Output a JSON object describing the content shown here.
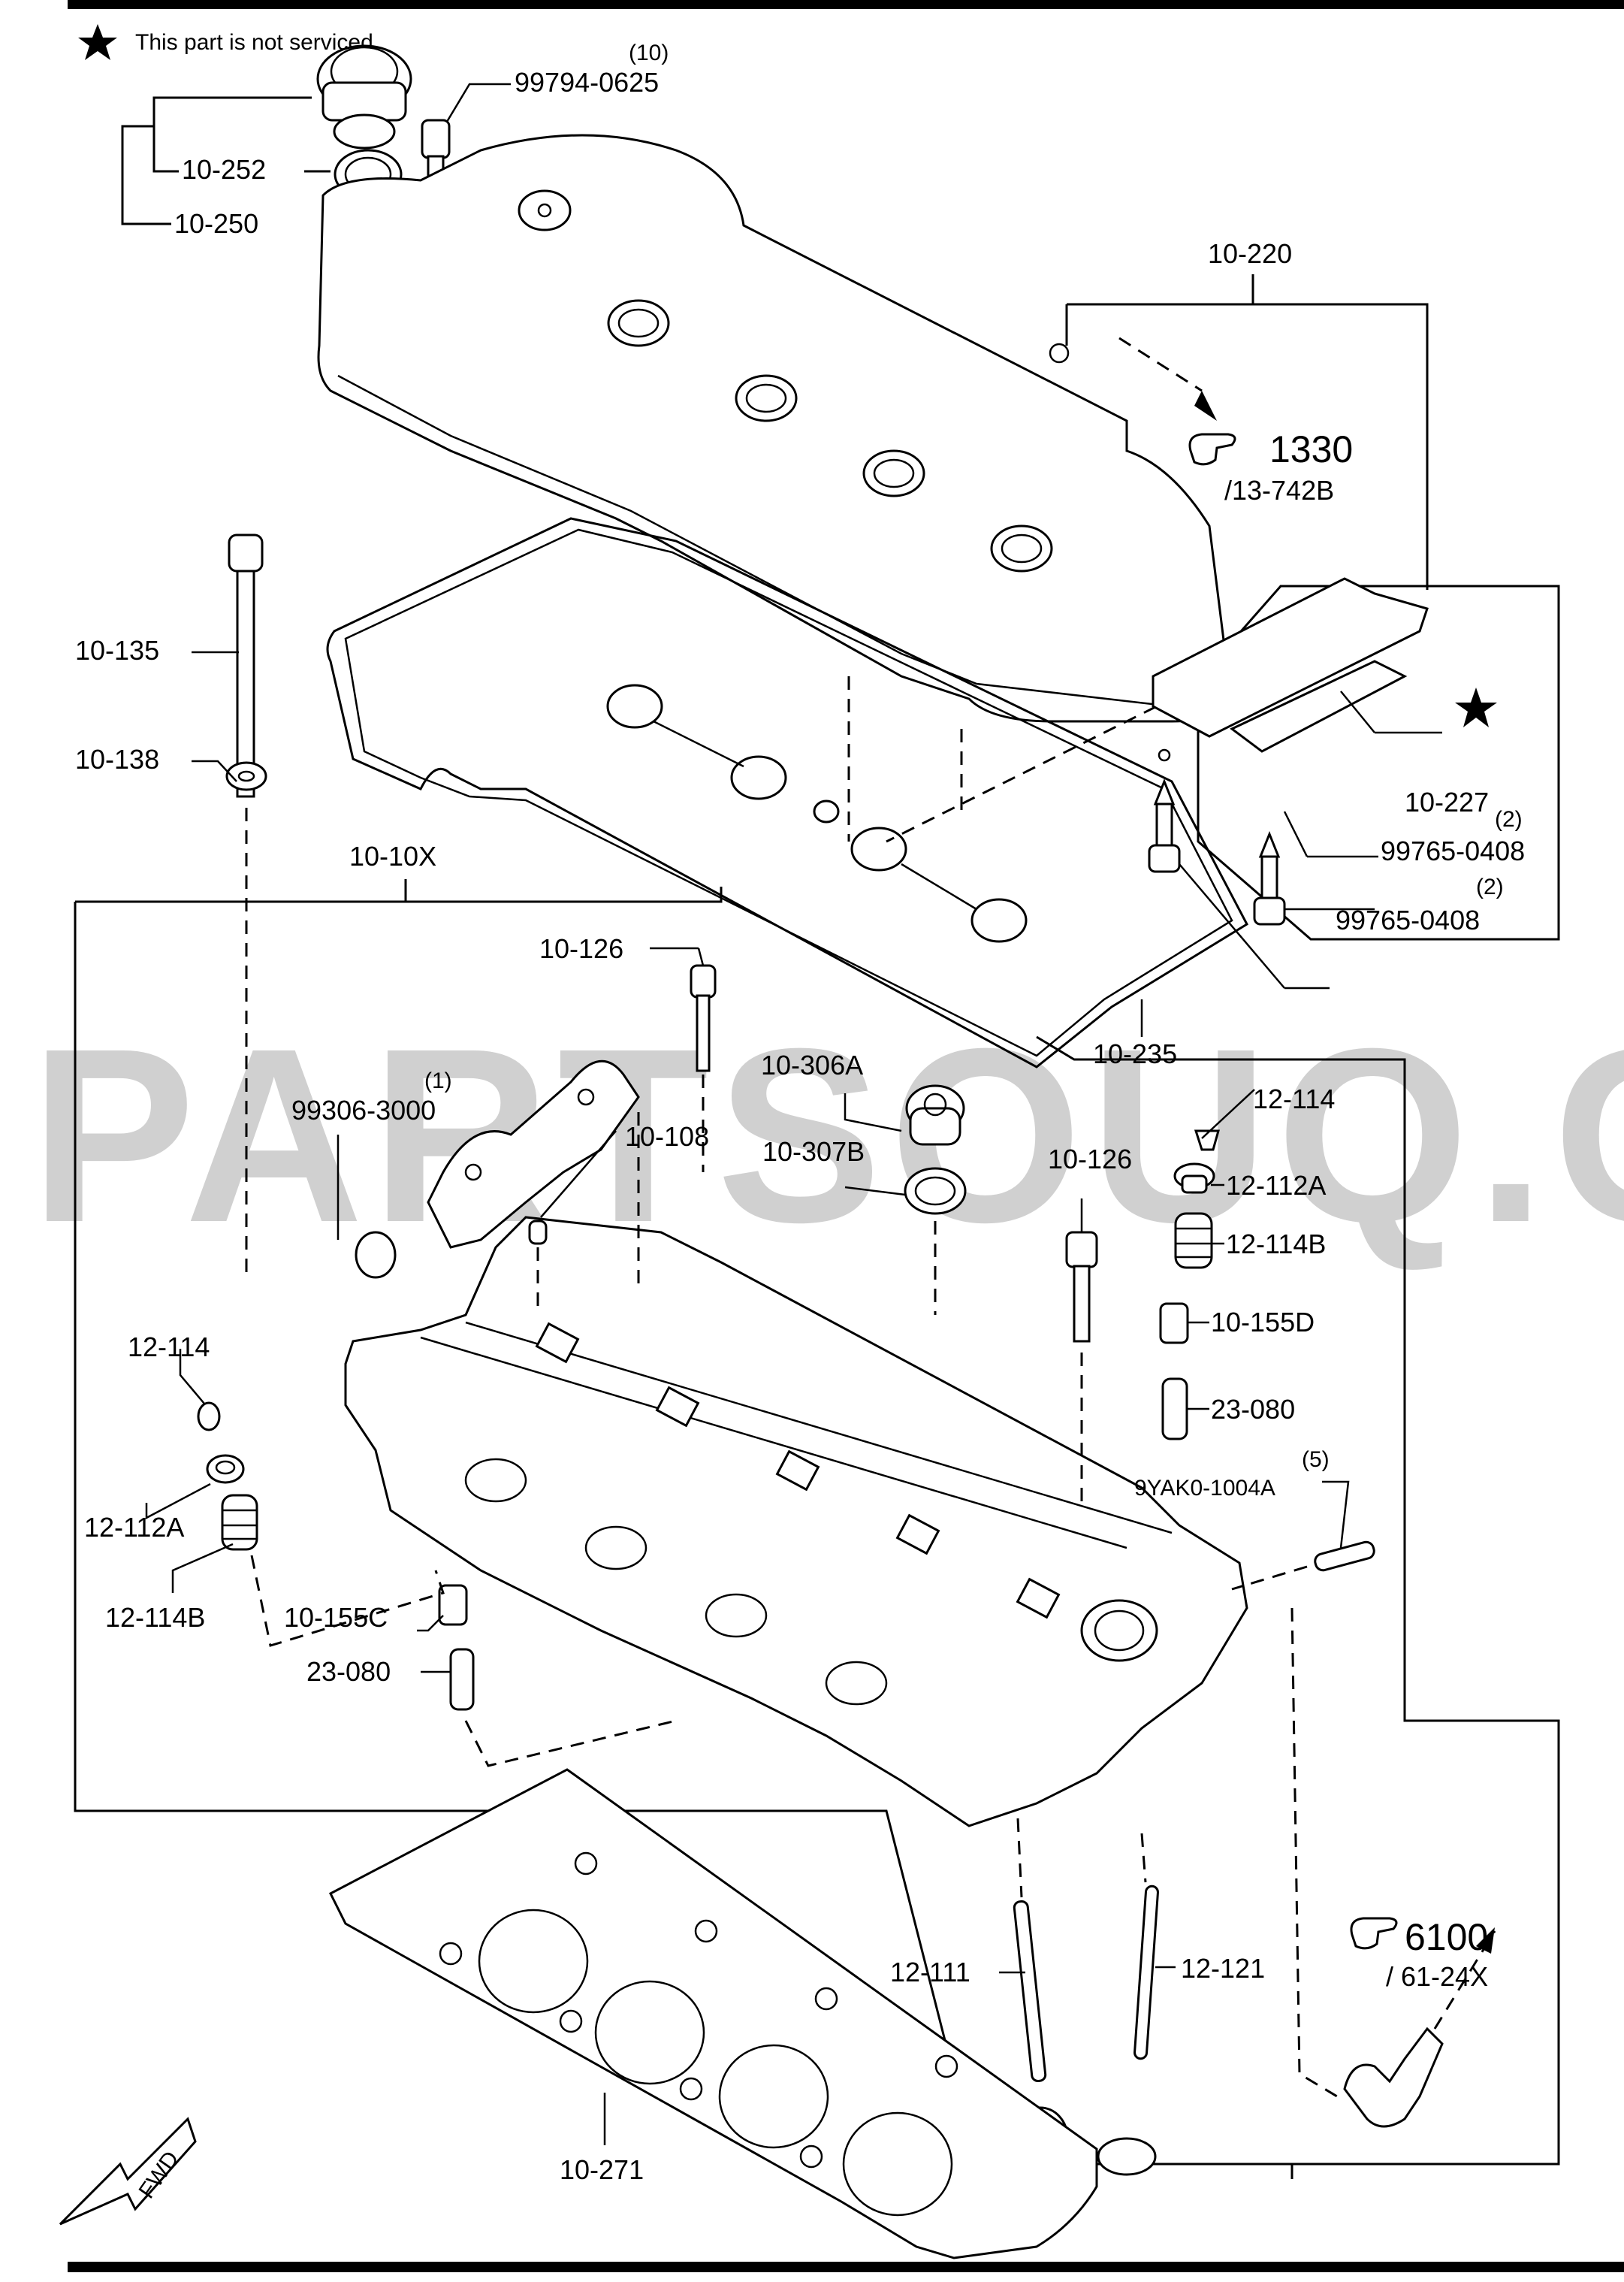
{
  "diagram": {
    "title": "Cylinder head & cylinder head cover exploded view",
    "legend_note": "This part is not serviced.",
    "legend_symbol": "star-icon",
    "watermark": "PARTSOUQ.COM",
    "direction_marker": "FWD",
    "callouts": [
      {
        "id": "10-250",
        "label": "10-250"
      },
      {
        "id": "10-252",
        "label": "10-252"
      },
      {
        "id": "99794-0625",
        "label": "99794-0625",
        "qty": "(10)"
      },
      {
        "id": "10-220",
        "label": "10-220"
      },
      {
        "id": "ref-1330",
        "label": "1330",
        "sub": "/13-742B"
      },
      {
        "id": "10-135",
        "label": "10-135"
      },
      {
        "id": "10-138",
        "label": "10-138"
      },
      {
        "id": "star-unserviced",
        "label": "★"
      },
      {
        "id": "10-227",
        "label": "10-227"
      },
      {
        "id": "99765-0408-a",
        "label": "99765-0408",
        "qty": "(2)"
      },
      {
        "id": "99765-0408-b",
        "label": "99765-0408",
        "qty": "(2)"
      },
      {
        "id": "10-10X",
        "label": "10-10X"
      },
      {
        "id": "10-126-a",
        "label": "10-126"
      },
      {
        "id": "10-235",
        "label": "10-235"
      },
      {
        "id": "10-306A",
        "label": "10-306A"
      },
      {
        "id": "10-307B",
        "label": "10-307B"
      },
      {
        "id": "99306-3000",
        "label": "99306-3000",
        "qty": "(1)"
      },
      {
        "id": "10-108",
        "label": "10-108"
      },
      {
        "id": "12-114-r",
        "label": "12-114"
      },
      {
        "id": "10-126-b",
        "label": "10-126"
      },
      {
        "id": "12-112A-r",
        "label": "12-112A"
      },
      {
        "id": "12-114B-r",
        "label": "12-114B"
      },
      {
        "id": "10-155D",
        "label": "10-155D"
      },
      {
        "id": "23-080-r",
        "label": "23-080"
      },
      {
        "id": "9YAK0-1004A",
        "label": "9YAK0-1004A",
        "qty": "(5)"
      },
      {
        "id": "12-114-l",
        "label": "12-114"
      },
      {
        "id": "12-112A-l",
        "label": "12-112A"
      },
      {
        "id": "12-114B-l",
        "label": "12-114B"
      },
      {
        "id": "10-155C",
        "label": "10-155C"
      },
      {
        "id": "23-080-l",
        "label": "23-080"
      },
      {
        "id": "12-111",
        "label": "12-111"
      },
      {
        "id": "12-121",
        "label": "12-121"
      },
      {
        "id": "ref-6100",
        "label": "6100",
        "sub": "/ 61-24X"
      },
      {
        "id": "10-271",
        "label": "10-271"
      }
    ]
  }
}
